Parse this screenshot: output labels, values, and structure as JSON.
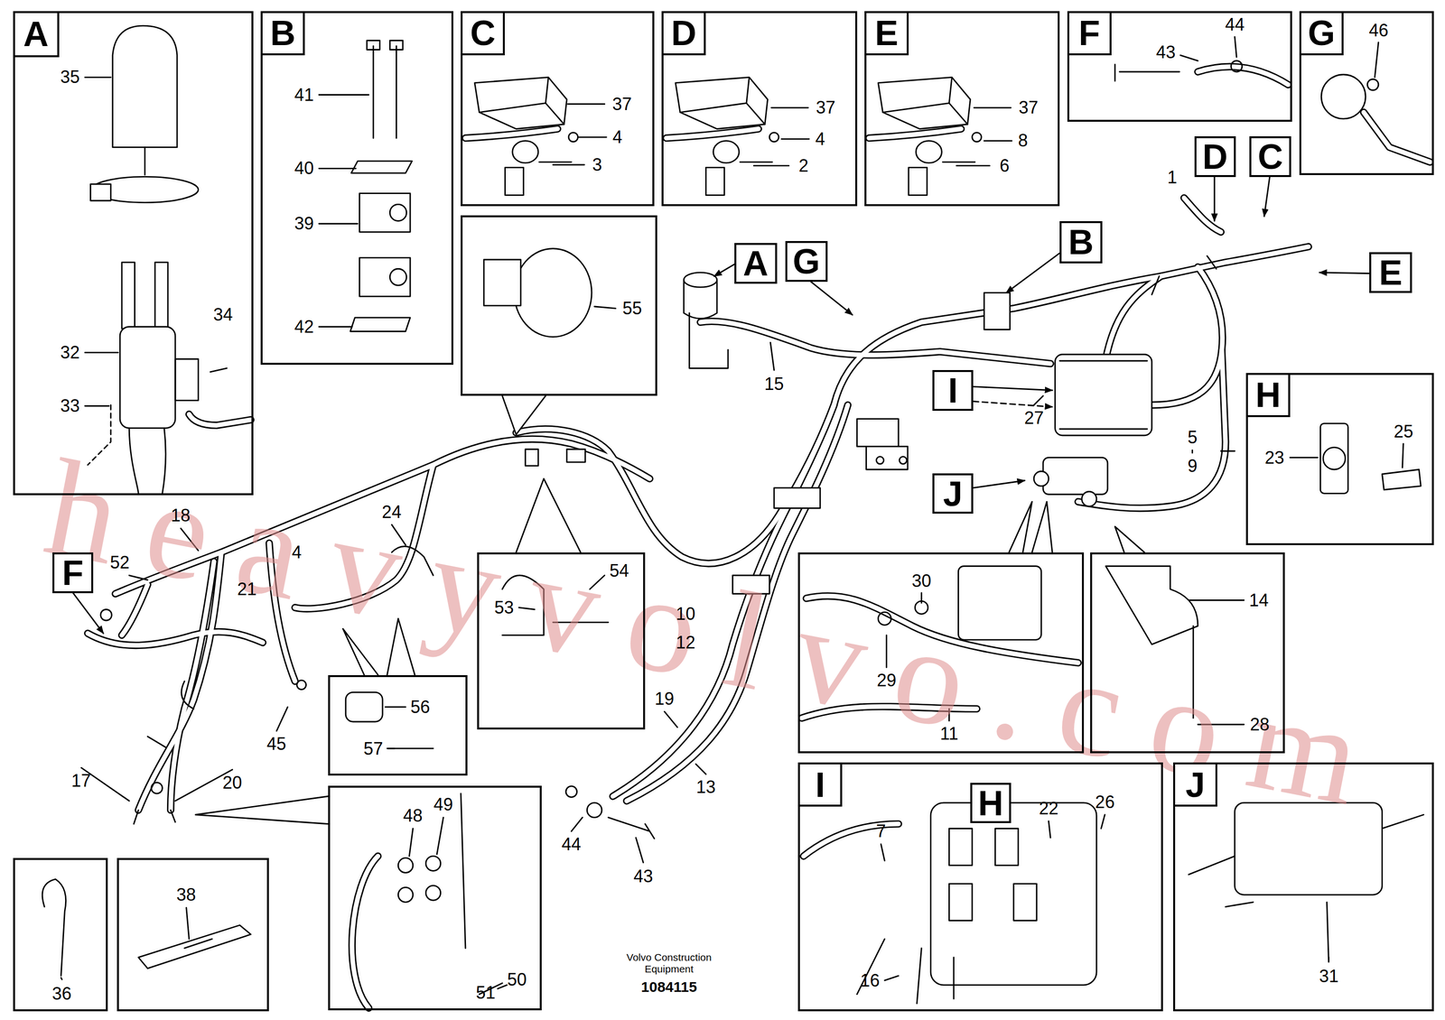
{
  "diagram": {
    "nodes": [
      {
        "text": [
          "35",
          "32",
          "34",
          "33"
        ]
      },
      {
        "text": [
          "A"
        ],
        "in": 0
      },
      {
        "text": [
          "41",
          "40",
          "39",
          "42"
        ]
      },
      {
        "text": [
          "B"
        ],
        "in": 2
      },
      {
        "text": [
          "37",
          "4",
          "3"
        ]
      },
      {
        "text": [
          "C"
        ],
        "in": 4
      },
      {
        "text": [
          "37",
          "4",
          "2"
        ]
      },
      {
        "text": [
          "D"
        ],
        "in": 6
      },
      {
        "text": [
          "37",
          "8",
          "6"
        ]
      },
      {
        "text": [
          "E"
        ],
        "in": 8
      },
      {
        "text": [
          "43",
          "44"
        ]
      },
      {
        "text": [
          "F"
        ],
        "in": 10
      },
      {
        "text": [
          "46"
        ]
      },
      {
        "text": [
          "G"
        ],
        "in": 12
      },
      {
        "text": [
          "D"
        ]
      },
      {
        "text": [
          "C"
        ]
      },
      {
        "text": [
          "B"
        ]
      },
      {
        "text": [
          "55"
        ]
      },
      {
        "text": [
          "A"
        ]
      },
      {
        "text": [
          "G"
        ]
      },
      {
        "text": [
          "E"
        ]
      },
      {
        "text": [
          "23",
          "25"
        ]
      },
      {
        "text": [
          "H"
        ],
        "in": 21
      },
      {
        "text": [
          "I"
        ]
      },
      {
        "text": [
          "J"
        ]
      },
      {
        "text": [
          "F"
        ]
      },
      {
        "text": [
          "54",
          "53"
        ]
      },
      {
        "text": [
          "30",
          "29",
          "11"
        ]
      },
      {
        "text": [
          "14",
          "28"
        ]
      },
      {
        "text": [
          "56",
          "57"
        ]
      },
      {
        "text": [
          "48",
          "49",
          "51",
          "50"
        ]
      },
      {
        "text": [
          "7",
          "22",
          "26",
          "16"
        ]
      },
      {
        "text": [
          "I"
        ],
        "in": 31
      },
      {
        "text": [
          "H"
        ],
        "in": 31
      },
      {
        "text": [
          "31"
        ]
      },
      {
        "text": [
          "J"
        ],
        "in": 34
      },
      {
        "text": [
          "36"
        ]
      },
      {
        "text": [
          "38"
        ]
      }
    ],
    "labels": [
      "1",
      "15",
      "27",
      "5",
      "9",
      "18",
      "52",
      "24",
      "4",
      "21",
      "45",
      "17",
      "20",
      "10",
      "12",
      "19",
      "13",
      "44",
      "43",
      "Volvo Construction Equipment",
      "1084115",
      "heavyvolvo.com"
    ]
  }
}
